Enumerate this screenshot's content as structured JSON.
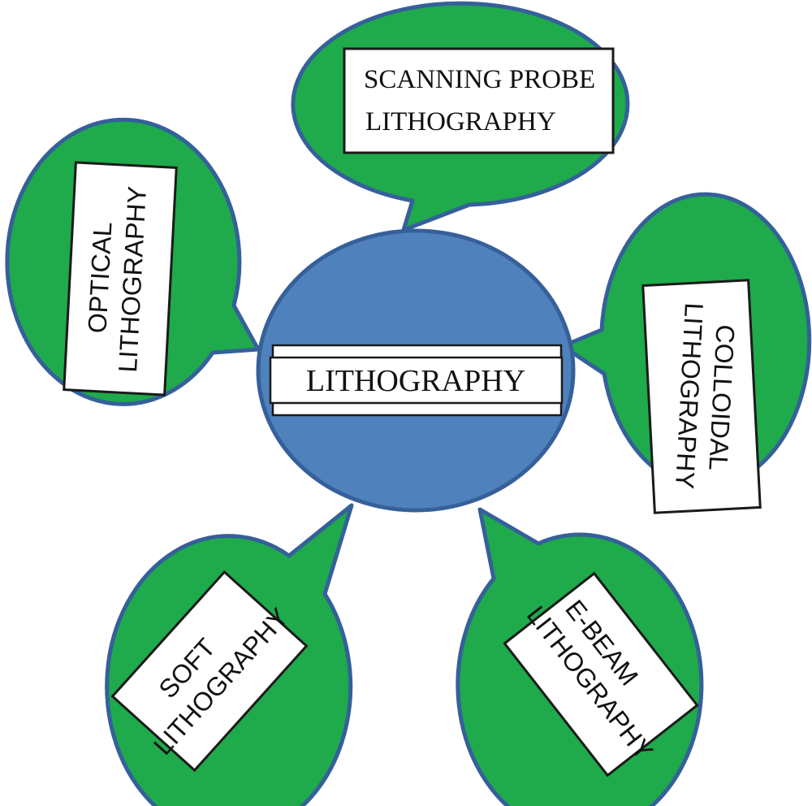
{
  "colors": {
    "bubble_fill": "#1faa4b",
    "outline": "#35609a",
    "center_fill": "#4f81bd",
    "box_fill": "#ffffff",
    "text": "#111111"
  },
  "center": {
    "label": "LITHOGRAPHY"
  },
  "nodes": {
    "scanning_probe": {
      "line1": "SCANNING PROBE",
      "line2": "LITHOGRAPHY"
    },
    "optical": {
      "line1": "OPTICAL",
      "line2": "LITHOGRAPHY"
    },
    "colloidal": {
      "line1": "COLLOIDAL",
      "line2": "LITHOGRAPHY"
    },
    "soft": {
      "line1": "SOFT",
      "line2": "LITHOGRAPHY"
    },
    "ebeam": {
      "line1": "E-BEAM",
      "line2": "LITHOGRAPHY"
    }
  }
}
